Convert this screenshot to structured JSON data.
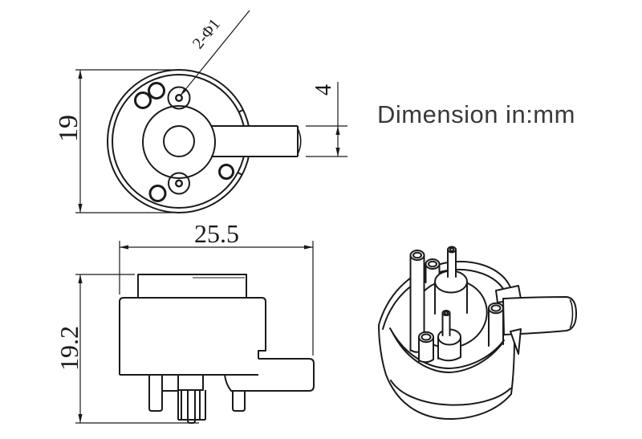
{
  "note": "Dimension in:mm",
  "top_view": {
    "height_dim": "19",
    "hole_callout": "2-Φ1",
    "tube_dia_dim": "4"
  },
  "side_view": {
    "width_dim": "25.5",
    "height_dim": "19.2"
  },
  "colors": {
    "outline": "#1a1a1a",
    "dimension_lines": "#1a1a1a",
    "note_text": "#3a3a3a",
    "background": "#ffffff"
  }
}
